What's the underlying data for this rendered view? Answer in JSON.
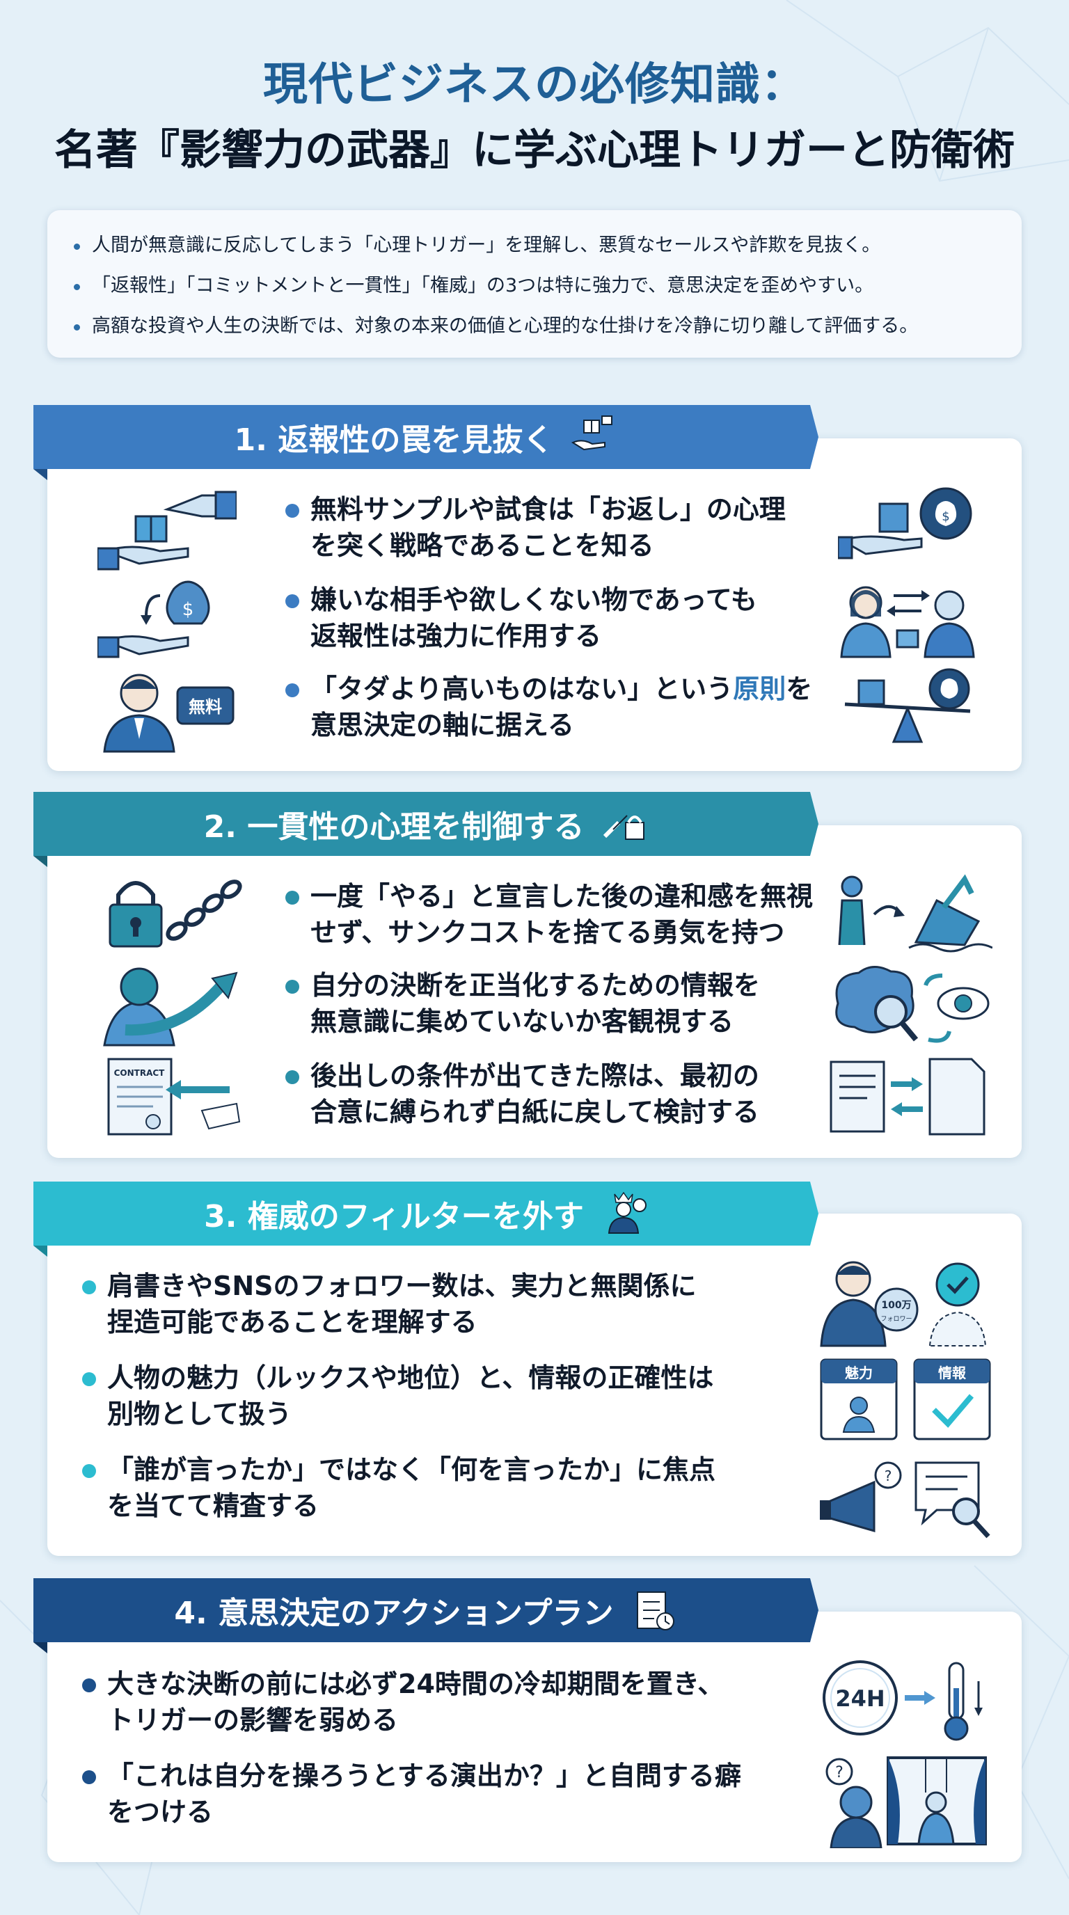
{
  "title": {
    "line1": "現代ビジネスの必修知識：",
    "line2": "名著『影響力の武器』に学ぶ心理トリガーと防衛術"
  },
  "summary": [
    "人間が無意識に反応してしまう「心理トリガー」を理解し、悪質なセールスや詐欺を見抜く。",
    "「返報性」「コミットメントと一貫性」「権威」の3つは特に強力で、意思決定を歪めやすい。",
    "高額な投資や人生の決断では、対象の本来の価値と心理的な仕掛けを冷静に切り離して評価する。"
  ],
  "sections": [
    {
      "title": "1. 返報性の罠を見抜く",
      "bullets": [
        [
          "無料サンプルや試食は「お返し」の心理",
          "を突く戦略であることを知る"
        ],
        [
          "嫌いな相手や欲しくない物であっても",
          "返報性は強力に作用する"
        ],
        [
          "「タダより高いものはない」という",
          "原則",
          "を",
          "意思決定の軸に据える"
        ]
      ],
      "badge": "無料"
    },
    {
      "title": "2. 一貫性の心理を制御する",
      "bullets": [
        [
          "一度「やる」と宣言した後の違和感を無視",
          "せず、サンクコストを捨てる勇気を持つ"
        ],
        [
          "自分の決断を正当化するための情報を",
          "無意識に集めていないか客観視する"
        ],
        [
          "後出しの条件が出てきた際は、最初の",
          "合意に縛られず白紙に戻して検討する"
        ]
      ],
      "contract_label": "CONTRACT"
    },
    {
      "title": "3. 権威のフィルターを外す",
      "bullets": [
        [
          "肩書きやSNSのフォロワー数は、実力と無関係に",
          "捏造可能であることを理解する"
        ],
        [
          "人物の魅力（ルックスや地位）と、情報の正確性は",
          "別物として扱う"
        ],
        [
          "「誰が言ったか」ではなく「何を言ったか」に焦点",
          "を当てて精査する"
        ]
      ],
      "follower_badge": [
        "100万",
        "フォロワー"
      ],
      "card_labels": [
        "魅力",
        "情報"
      ]
    },
    {
      "title": "4. 意思決定のアクションプラン",
      "bullets": [
        [
          "大きな決断の前には必ず24時間の冷却期間を置き、",
          "トリガーの影響を弱める"
        ],
        [
          "「これは自分を操ろうとする演出か？」と自問する癖",
          "をつける"
        ]
      ],
      "clock_label": "24H"
    }
  ],
  "colors": {
    "section1": "#3c7cc2",
    "section2": "#2a90a8",
    "section3": "#2cbcd0",
    "section4": "#1c4f8a",
    "title_blue": "#1f5f96",
    "background": "#e4f0f8"
  }
}
